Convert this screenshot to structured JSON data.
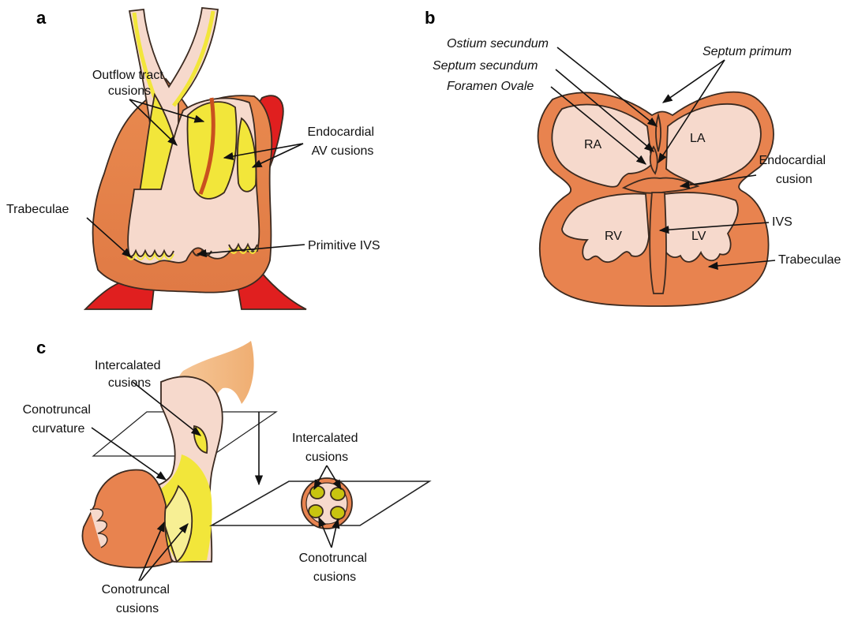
{
  "panels": {
    "a": {
      "letter": "a",
      "labels": {
        "outflow": [
          "Outflow tract",
          "cusions"
        ],
        "endocardial_av": [
          "Endocardial",
          "AV cusions"
        ],
        "trabeculae": "Trabeculae",
        "primitive_ivs": "Primitive IVS"
      }
    },
    "b": {
      "letter": "b",
      "labels": {
        "ostium_secundum": "Ostium secundum",
        "septum_secundum": "Septum secundum",
        "foramen_ovale": "Foramen Ovale",
        "septum_primum": "Septum primum",
        "ra": "RA",
        "la": "LA",
        "rv": "RV",
        "lv": "LV",
        "endocardial": [
          "Endocardial",
          "cusion"
        ],
        "ivs": "IVS",
        "trabeculae": "Trabeculae"
      }
    },
    "c": {
      "letter": "c",
      "labels": {
        "intercalated_left": [
          "Intercalated",
          "cusions"
        ],
        "conotruncal_curvature": [
          "Conotruncal",
          "curvature"
        ],
        "intercalated_right": [
          "Intercalated",
          "cusions"
        ],
        "conotruncal_right": [
          "Conotruncal",
          "cusions"
        ],
        "conotruncal_bottom": [
          "Conotruncal",
          "cusions"
        ]
      }
    }
  },
  "colors": {
    "myocardium": "#e8834f",
    "lumen": "#f6d9cc",
    "cushion": "#f2e63a",
    "epicardium": "#e01f1f",
    "outflow_light": "#f4bf8e"
  }
}
